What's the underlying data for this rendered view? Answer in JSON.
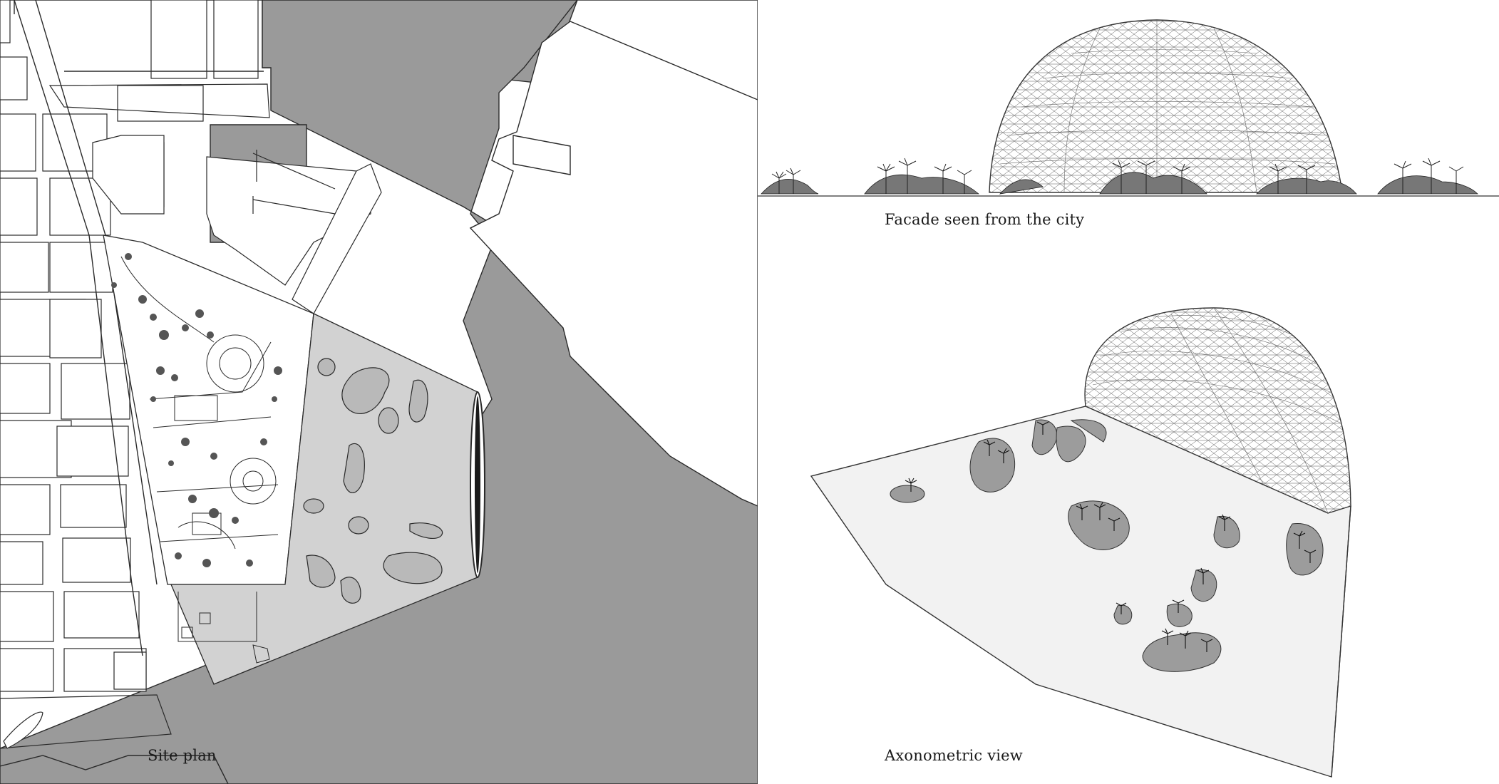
{
  "captions": {
    "site_plan": "Site plan",
    "facade": "Facade seen from the city",
    "axonometric": "Axonometric view"
  },
  "colors": {
    "water": "#9a9a9a",
    "land": "#ffffff",
    "park_plaza": "#d2d2d2",
    "linework": "#2a2a2a"
  },
  "icons": [
    "palm-tree-icon",
    "dome-icon"
  ]
}
